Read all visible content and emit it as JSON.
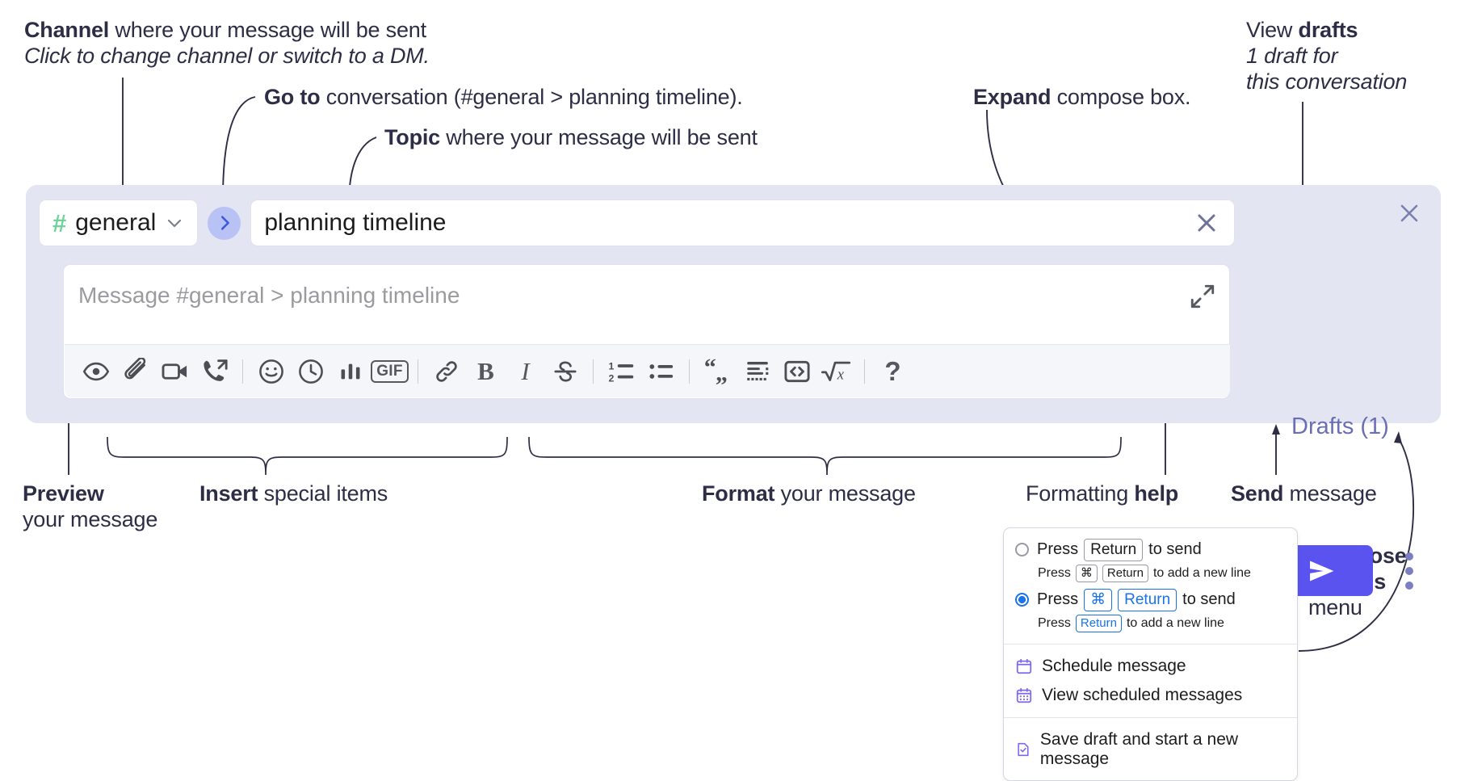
{
  "annotations": {
    "channel": {
      "bold": "Channel",
      "rest": " where your message will be sent",
      "italic": "Click to change channel or switch to a DM."
    },
    "goto": {
      "bold": "Go to",
      "rest": " conversation (#general > planning timeline)."
    },
    "topic": {
      "bold": "Topic",
      "rest": " where your message will be sent"
    },
    "expand": {
      "bold": "Expand",
      "rest": " compose box."
    },
    "drafts": {
      "bold_lead": "View ",
      "bold": "drafts",
      "italic1": "1 draft for",
      "italic2": "this conversation"
    },
    "preview": {
      "bold": "Preview",
      "rest": "your message"
    },
    "insert": {
      "bold": "Insert",
      "rest": " special items"
    },
    "format": {
      "bold": "Format",
      "rest": " your message"
    },
    "formatting_help": {
      "lead": "Formatting ",
      "bold": "help"
    },
    "send": {
      "bold": "Send",
      "rest": " message"
    },
    "compose_options": {
      "bold1": "Compose",
      "bold2": "options",
      "rest": "menu"
    }
  },
  "compose": {
    "channel_name": "general",
    "hash_icon": "hash-icon",
    "chevron_icon": "chevron-down-icon",
    "goto_icon": "chevron-right-icon",
    "topic_value": "planning timeline",
    "clear_icon": "close-icon",
    "message_placeholder": "Message #general > planning timeline",
    "expand_icon": "expand-icon",
    "close_icon": "close-icon",
    "drafts_label": "Drafts (1)",
    "send_icon": "send-paper-plane-icon",
    "options_icon": "kebab-menu-icon",
    "accent_color": "#5b53f0",
    "panel_color": "#e3e6f2",
    "hash_color": "#6fd39a",
    "drafts_color": "#6a6fb5"
  },
  "toolbar": {
    "items": [
      {
        "name": "preview-icon",
        "label": "Preview"
      },
      {
        "name": "attachment-icon",
        "label": "Attach file"
      },
      {
        "name": "video-clip-icon",
        "label": "Record video clip"
      },
      {
        "name": "audio-clip-icon",
        "label": "Record audio clip"
      },
      {
        "name": "divider",
        "label": ""
      },
      {
        "name": "emoji-icon",
        "label": "Emoji"
      },
      {
        "name": "reminder-clock-icon",
        "label": "Reminder"
      },
      {
        "name": "poll-bar-chart-icon",
        "label": "Poll"
      },
      {
        "name": "gif-icon",
        "label": "GIF"
      },
      {
        "name": "divider",
        "label": ""
      },
      {
        "name": "link-icon",
        "label": "Link"
      },
      {
        "name": "bold-icon",
        "label": "B"
      },
      {
        "name": "italic-icon",
        "label": "I"
      },
      {
        "name": "strikethrough-icon",
        "label": "Strikethrough"
      },
      {
        "name": "divider",
        "label": ""
      },
      {
        "name": "ordered-list-icon",
        "label": "Ordered list"
      },
      {
        "name": "bulleted-list-icon",
        "label": "Bulleted list"
      },
      {
        "name": "divider",
        "label": ""
      },
      {
        "name": "blockquote-icon",
        "label": "Blockquote"
      },
      {
        "name": "code-block-icon",
        "label": "Code block"
      },
      {
        "name": "inline-code-icon",
        "label": "Code"
      },
      {
        "name": "math-icon",
        "label": "Math"
      },
      {
        "name": "divider",
        "label": ""
      },
      {
        "name": "help-icon",
        "label": "?"
      }
    ]
  },
  "options_menu": {
    "radio_options": [
      {
        "selected": false,
        "main_prefix": "Press",
        "main_keys": [
          "Return"
        ],
        "main_suffix": "to send",
        "sub_prefix": "Press",
        "sub_keys": [
          "⌘",
          "Return"
        ],
        "sub_suffix": "to add a new line"
      },
      {
        "selected": true,
        "main_prefix": "Press",
        "main_keys": [
          "⌘",
          "Return"
        ],
        "main_suffix": "to send",
        "sub_prefix": "Press",
        "sub_keys": [
          "Return"
        ],
        "sub_suffix": "to add a new line"
      }
    ],
    "items": [
      {
        "icon": "calendar-schedule-icon",
        "label": "Schedule message"
      },
      {
        "icon": "calendar-grid-icon",
        "label": "View scheduled messages"
      },
      {
        "icon": "save-draft-icon",
        "label": "Save draft and start a new message"
      }
    ]
  }
}
